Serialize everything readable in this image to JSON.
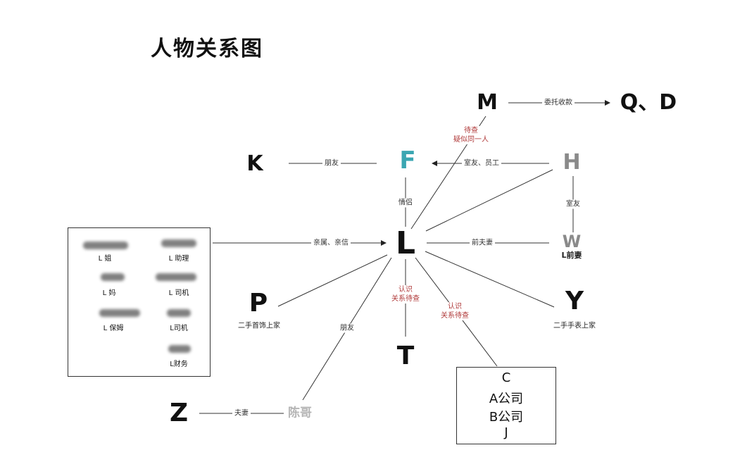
{
  "title": "人物关系图",
  "nodes": {
    "M": "M",
    "QD": "Q、D",
    "K": "K",
    "F": "F",
    "H": "H",
    "W": "W",
    "W_sub": "L前妻",
    "L": "L",
    "P": "P",
    "P_sub": "二手首饰上家",
    "Y": "Y",
    "Y_sub": "二手手表上家",
    "T": "T",
    "Z": "Z",
    "chenge": "陈哥"
  },
  "edge_labels": {
    "M_QD": "委托收款",
    "M_L_1": "待查",
    "M_L_2": "疑似同一人",
    "K_F": "朋友",
    "H_F": "室友、员工",
    "H_W": "室友",
    "F_L": "情侣",
    "box_L": "亲属、亲信",
    "W_L": "前夫妻",
    "L_T_1": "认识",
    "L_T_2": "关系待查",
    "L_C_1": "认识",
    "L_C_2": "关系待查",
    "L_chenge": "朋友",
    "Z_chenge": "夫妻"
  },
  "relatives": [
    "L 姐",
    "L 助理",
    "L 妈",
    "L 司机",
    "L 保姆",
    "L司机",
    "L财务"
  ],
  "c_box": [
    "C",
    "A公司",
    "B公司",
    "J"
  ],
  "colors": {
    "F": "#3aa6b2",
    "H": "#8a8a8a",
    "W": "#8a8a8a",
    "chenge": "#b5b5b5",
    "red_label": "#b03a3a"
  }
}
